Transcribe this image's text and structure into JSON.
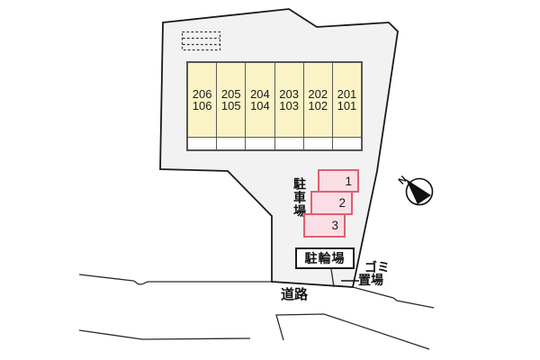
{
  "plan": {
    "building": {
      "units": [
        {
          "upper": "206",
          "lower": "106"
        },
        {
          "upper": "205",
          "lower": "105"
        },
        {
          "upper": "204",
          "lower": "104"
        },
        {
          "upper": "203",
          "lower": "103"
        },
        {
          "upper": "202",
          "lower": "102"
        },
        {
          "upper": "201",
          "lower": "101"
        }
      ]
    },
    "parking_area": {
      "label": "駐車場",
      "spaces": [
        {
          "number": "1"
        },
        {
          "number": "2"
        },
        {
          "number": "3"
        }
      ]
    },
    "bicycle_parking": {
      "label": "駐輪場"
    },
    "garbage_area": {
      "label_line1": "ゴミ",
      "label_line2": "置場"
    },
    "road": {
      "label": "道路"
    },
    "compass": {
      "label": "N",
      "icon": "north-arrow-icon"
    }
  },
  "colors": {
    "site_fill": "#f2f2f2",
    "site_outline": "#1a1a1a",
    "building_fill": "#faf3c6",
    "building_border": "#565656",
    "parking_fill": "#fbdee5",
    "parking_border": "#df6070",
    "bike_box_border": "#1a1a1a",
    "text": "#111111"
  }
}
